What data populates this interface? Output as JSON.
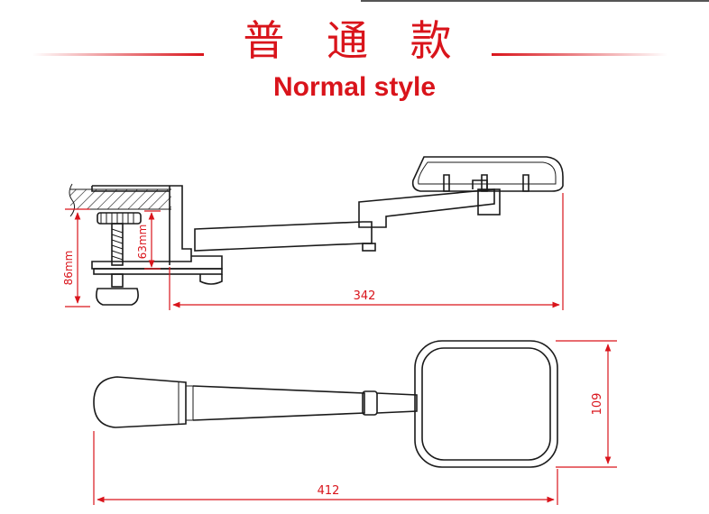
{
  "title": {
    "chinese": "普 通 款",
    "english": "Normal style"
  },
  "dimensions": {
    "clamp_height": "86mm",
    "clamp_opening": "63mm",
    "side_length": "342",
    "top_length": "412",
    "pad_width": "109"
  },
  "colors": {
    "accent": "#d9141b",
    "line": "#1a1a1a"
  }
}
